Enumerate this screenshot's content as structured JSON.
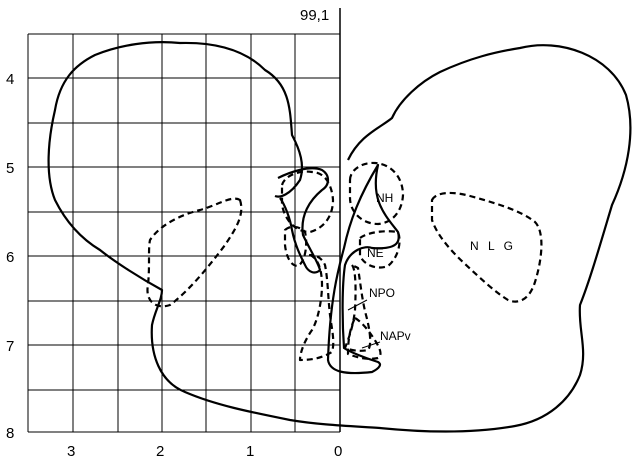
{
  "figure": {
    "plate_label": "99,1",
    "y_ticks": [
      "4",
      "5",
      "6",
      "7",
      "8"
    ],
    "x_ticks": [
      "3",
      "2",
      "1",
      "0"
    ],
    "regions": {
      "nh": "NH",
      "ne": "NE",
      "nlg": "N L G",
      "npo": "NPO",
      "napv": "NAPv"
    }
  }
}
